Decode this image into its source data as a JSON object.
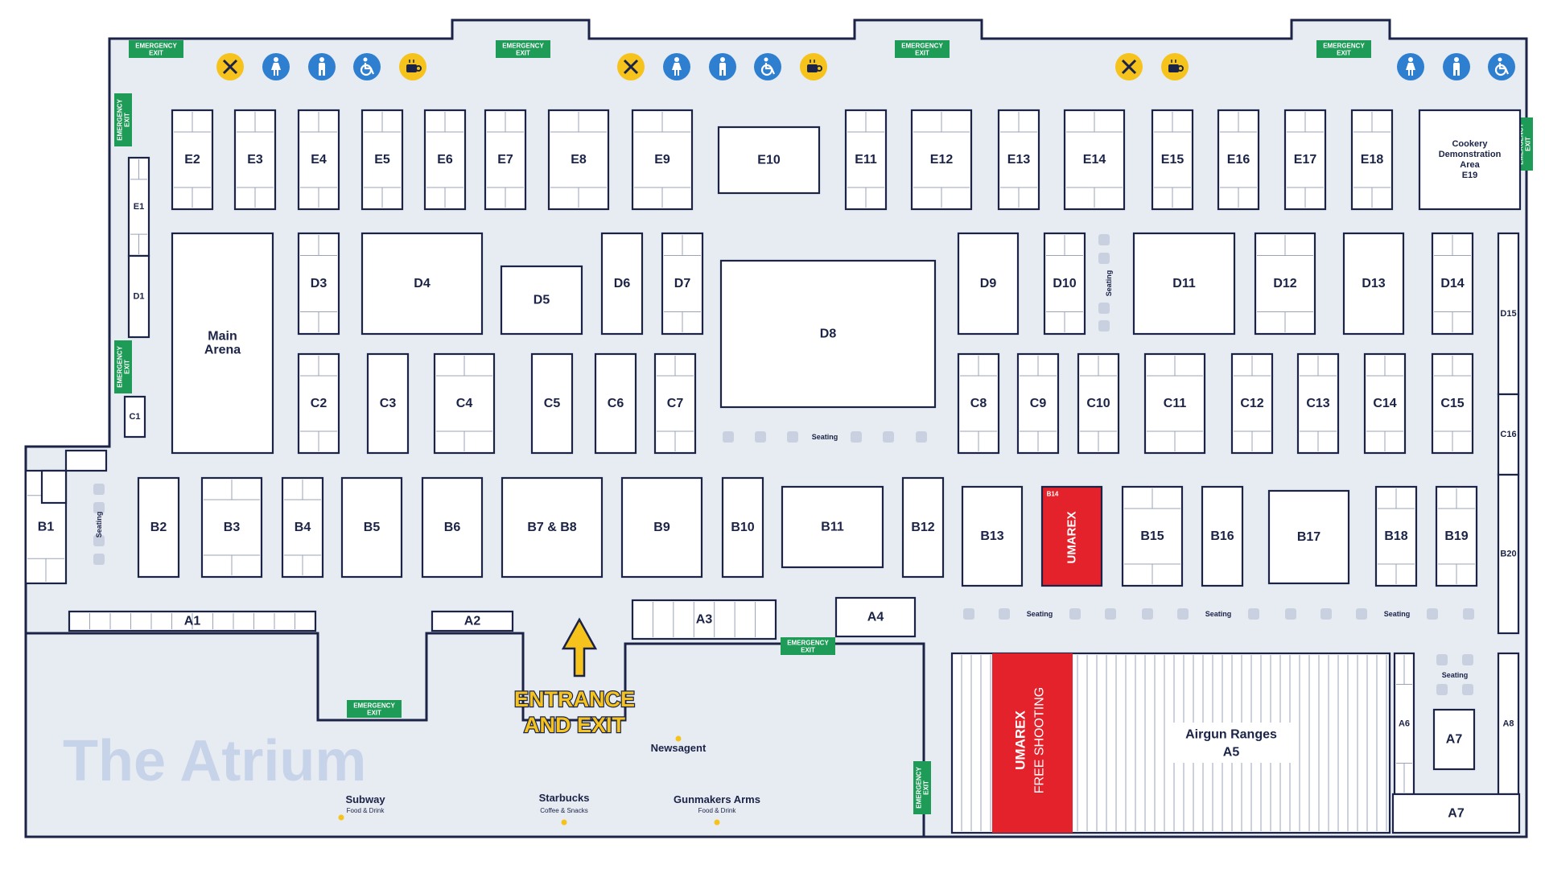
{
  "colors": {
    "floor": "#e7ebf2",
    "outline": "#1b2347",
    "atrium_text": "#c6d3e8",
    "exit": "#1e9b57",
    "accent": "#f6c21c",
    "brand": "#e3222b",
    "facility_blue": "#2f7fd0"
  },
  "exit_label": [
    "EMERGENCY",
    "EXIT"
  ],
  "entrance_label": [
    "ENTRANCE",
    "AND EXIT"
  ],
  "atrium_title": "The Atrium",
  "seating_label": "Seating",
  "brand": {
    "name": "UMAREX",
    "tagline": "FREE SHOOTING"
  },
  "venues": [
    {
      "name": "Subway",
      "sub": "Food & Drink"
    },
    {
      "name": "Starbucks",
      "sub": "Coffee & Snacks"
    },
    {
      "name": "Gunmakers Arms",
      "sub": "Food & Drink"
    },
    {
      "name": "Newsagent",
      "sub": ""
    }
  ],
  "facility_icons": [
    "restaurant-icon",
    "ladies-toilet-icon",
    "gents-toilet-icon",
    "accessible-toilet-icon",
    "cafe-icon"
  ],
  "stands": {
    "E1": "E1",
    "E2": "E2",
    "E3": "E3",
    "E4": "E4",
    "E5": "E5",
    "E6": "E6",
    "E7": "E7",
    "E8": "E8",
    "E9": "E9",
    "E10": "E10",
    "E11": "E11",
    "E12": "E12",
    "E13": "E13",
    "E14": "E14",
    "E15": "E15",
    "E16": "E16",
    "E17": "E17",
    "E18": "E18",
    "E19": [
      "Cookery",
      "Demonstration",
      "Area",
      "E19"
    ],
    "D1": "D1",
    "D3": "D3",
    "D4": "D4",
    "D5": "D5",
    "D6": "D6",
    "D7": "D7",
    "D8": "D8",
    "D9": "D9",
    "D10": "D10",
    "D11": "D11",
    "D12": "D12",
    "D13": "D13",
    "D14": "D14",
    "D15": "D15",
    "MAIN": [
      "Main",
      "Arena"
    ],
    "C1": "C1",
    "C2": "C2",
    "C3": "C3",
    "C4": "C4",
    "C5": "C5",
    "C6": "C6",
    "C7": "C7",
    "C8": "C8",
    "C9": "C9",
    "C10": "C10",
    "C11": "C11",
    "C12": "C12",
    "C13": "C13",
    "C14": "C14",
    "C15": "C15",
    "C16": "C16",
    "B1": "B1",
    "B2": "B2",
    "B3": "B3",
    "B4": "B4",
    "B5": "B5",
    "B6": "B6",
    "B7B8": "B7 & B8",
    "B9": "B9",
    "B10": "B10",
    "B11": "B11",
    "B12": "B12",
    "B13": "B13",
    "B14": "B14",
    "B15": "B15",
    "B16": "B16",
    "B17": "B17",
    "B18": "B18",
    "B19": "B19",
    "B20": "B20",
    "A1": "A1",
    "A2": "A2",
    "A3": "A3",
    "A4": "A4",
    "A5": [
      "Airgun Ranges",
      "A5"
    ],
    "A6": "A6",
    "A7": "A7",
    "A8": "A8"
  }
}
